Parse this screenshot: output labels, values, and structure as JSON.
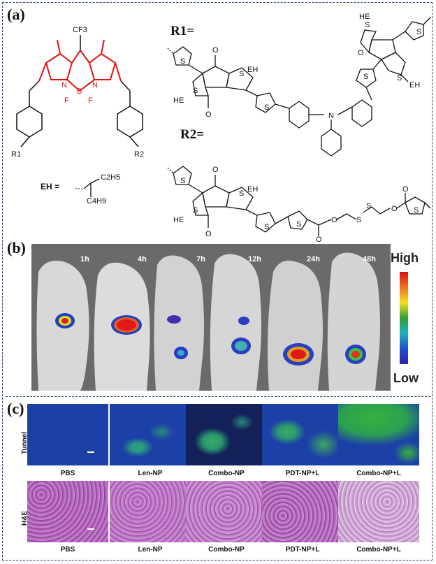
{
  "panels": {
    "a": "(a)",
    "b": "(b)",
    "c": "(c)"
  },
  "structure": {
    "cf3": "CF3",
    "r1_sub": "R1",
    "r2_sub": "R2",
    "r1_label": "R1=",
    "r2_label": "R2=",
    "eh_label": "EH =",
    "eh_groups": [
      "C2H5",
      "C4H9"
    ],
    "eh_atom": "EH",
    "he_atom": "HE"
  },
  "imaging": {
    "timepoints": [
      "1h",
      "4h",
      "7h",
      "12h",
      "24h",
      "48h"
    ],
    "scale_high": "High",
    "scale_low": "Low"
  },
  "histology": {
    "row_labels": [
      "Tunnel",
      "H&E"
    ],
    "groups": [
      "PBS",
      "Len-NP",
      "Combo-NP",
      "PDT-NP+L",
      "Combo-NP+L"
    ]
  }
}
